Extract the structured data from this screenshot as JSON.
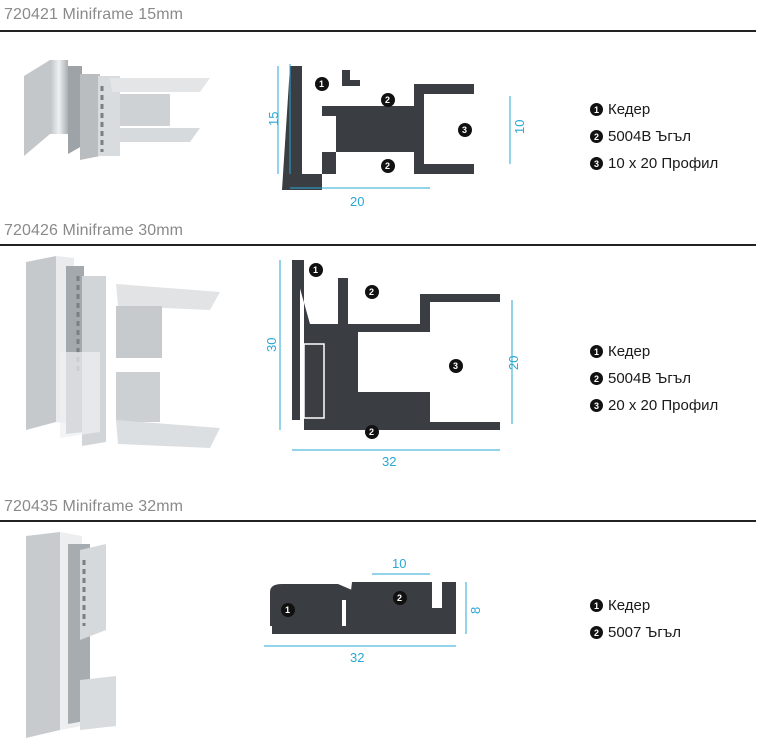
{
  "sections": [
    {
      "title": "720421 Miniframe 15mm",
      "dims": {
        "height": "15",
        "width": "20",
        "inner": "10"
      },
      "legend": [
        {
          "num": "1",
          "text": "Кедер"
        },
        {
          "num": "2",
          "text": "5004B Ъгъл"
        },
        {
          "num": "3",
          "text": "10 x 20 Профил"
        }
      ]
    },
    {
      "title": "720426 Miniframe 30mm",
      "dims": {
        "height": "30",
        "width": "32",
        "inner": "20"
      },
      "legend": [
        {
          "num": "1",
          "text": "Кедер"
        },
        {
          "num": "2",
          "text": "5004B Ъгъл"
        },
        {
          "num": "3",
          "text": "20 x 20 Профил"
        }
      ]
    },
    {
      "title": "720435 Miniframe 32mm",
      "dims": {
        "width": "32",
        "inner": "10",
        "height": "8"
      },
      "legend": [
        {
          "num": "1",
          "text": "Кедер"
        },
        {
          "num": "2",
          "text": "5007 Ъгъл"
        }
      ]
    }
  ],
  "colors": {
    "profile": "#3a3d41",
    "dimension": "#29a8d6",
    "rule": "#222222",
    "title": "#8a8a8a"
  }
}
